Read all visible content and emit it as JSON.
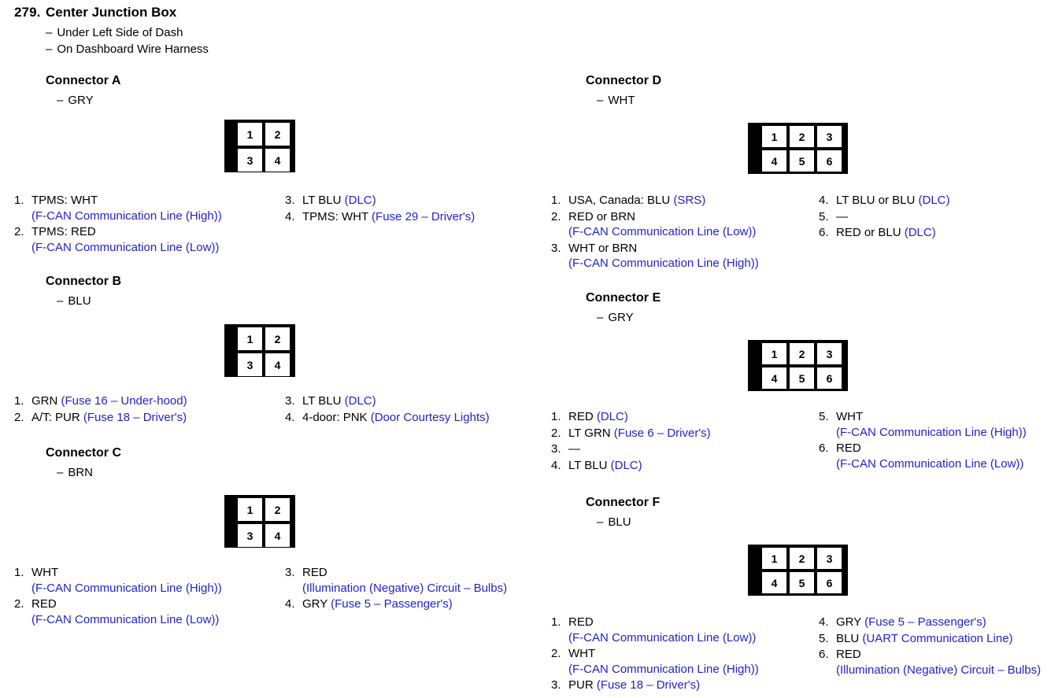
{
  "section": {
    "number": "279.",
    "title": "Center Junction Box",
    "bullets": [
      "Under Left Side of Dash",
      "On Dashboard Wire Harness"
    ],
    "dash": "–"
  },
  "colors": {
    "text": "#000000",
    "circuit": "#2222cc",
    "connector_body": "#000000",
    "pin_face": "#ffffff"
  },
  "connectors": [
    {
      "id": "a",
      "title": "Connector A",
      "color": "GRY",
      "pin_count": 4,
      "pin_labels": [
        "1",
        "2",
        "3",
        "4"
      ],
      "left_pins": [
        {
          "num": "1.",
          "name": "TPMS: WHT",
          "desc": "",
          "desc_line": "(F-CAN Communication Line (High))"
        },
        {
          "num": "2.",
          "name": "TPMS: RED",
          "desc": "",
          "desc_line": "(F-CAN Communication Line (Low))"
        }
      ],
      "right_pins": [
        {
          "num": "3.",
          "name": "LT BLU",
          "desc": "(DLC)",
          "desc_line": ""
        },
        {
          "num": "4.",
          "name": "TPMS: WHT",
          "desc": "(Fuse 29 – Driver's)",
          "desc_line": ""
        }
      ]
    },
    {
      "id": "b",
      "title": "Connector B",
      "color": "BLU",
      "pin_count": 4,
      "pin_labels": [
        "1",
        "2",
        "3",
        "4"
      ],
      "left_pins": [
        {
          "num": "1.",
          "name": "GRN",
          "desc": "(Fuse 16 – Under-hood)",
          "desc_line": ""
        },
        {
          "num": "2.",
          "name": "A/T: PUR",
          "desc": "(Fuse 18 – Driver's)",
          "desc_line": ""
        }
      ],
      "right_pins": [
        {
          "num": "3.",
          "name": "LT BLU",
          "desc": "(DLC)",
          "desc_line": ""
        },
        {
          "num": "4.",
          "name": "4-door: PNK",
          "desc": "(Door Courtesy Lights)",
          "desc_line": ""
        }
      ]
    },
    {
      "id": "c",
      "title": "Connector C",
      "color": "BRN",
      "pin_count": 4,
      "pin_labels": [
        "1",
        "2",
        "3",
        "4"
      ],
      "left_pins": [
        {
          "num": "1.",
          "name": "WHT",
          "desc": "",
          "desc_line": "(F-CAN Communication Line (High))"
        },
        {
          "num": "2.",
          "name": "RED",
          "desc": "",
          "desc_line": "(F-CAN Communication Line (Low))"
        }
      ],
      "right_pins": [
        {
          "num": "3.",
          "name": "RED",
          "desc": "",
          "desc_line": "(Illumination (Negative) Circuit – Bulbs)"
        },
        {
          "num": "4.",
          "name": "GRY",
          "desc": "(Fuse 5 – Passenger's)",
          "desc_line": ""
        }
      ]
    },
    {
      "id": "d",
      "title": "Connector D",
      "color": "WHT",
      "pin_count": 6,
      "pin_labels": [
        "1",
        "2",
        "3",
        "4",
        "5",
        "6"
      ],
      "left_pins": [
        {
          "num": "1.",
          "name": "USA, Canada: BLU",
          "desc": "(SRS)",
          "desc_line": ""
        },
        {
          "num": "2.",
          "name": "RED or BRN",
          "desc": "",
          "desc_line": "(F-CAN Communication Line (Low))"
        },
        {
          "num": "3.",
          "name": "WHT or BRN",
          "desc": "",
          "desc_line": "(F-CAN Communication Line (High))"
        }
      ],
      "right_pins": [
        {
          "num": "4.",
          "name": "LT BLU or BLU",
          "desc": "(DLC)",
          "desc_line": ""
        },
        {
          "num": "5.",
          "name": "—",
          "desc": "",
          "desc_line": ""
        },
        {
          "num": "6.",
          "name": "RED or BLU",
          "desc": "(DLC)",
          "desc_line": ""
        }
      ]
    },
    {
      "id": "e",
      "title": "Connector E",
      "color": "GRY",
      "pin_count": 6,
      "pin_labels": [
        "1",
        "2",
        "3",
        "4",
        "5",
        "6"
      ],
      "left_pins": [
        {
          "num": "1.",
          "name": "RED",
          "desc": "(DLC)",
          "desc_line": ""
        },
        {
          "num": "2.",
          "name": "LT GRN",
          "desc": "(Fuse 6 – Driver's)",
          "desc_line": ""
        },
        {
          "num": "3.",
          "name": "—",
          "desc": "",
          "desc_line": ""
        },
        {
          "num": "4.",
          "name": "LT BLU",
          "desc": "(DLC)",
          "desc_line": ""
        }
      ],
      "right_pins": [
        {
          "num": "5.",
          "name": "WHT",
          "desc": "",
          "desc_line": "(F-CAN Communication Line (High))"
        },
        {
          "num": "6.",
          "name": "RED",
          "desc": "",
          "desc_line": "(F-CAN Communication Line (Low))"
        }
      ]
    },
    {
      "id": "f",
      "title": "Connector F",
      "color": "BLU",
      "pin_count": 6,
      "pin_labels": [
        "1",
        "2",
        "3",
        "4",
        "5",
        "6"
      ],
      "left_pins": [
        {
          "num": "1.",
          "name": "RED",
          "desc": "",
          "desc_line": "(F-CAN Communication Line (Low))"
        },
        {
          "num": "2.",
          "name": "WHT",
          "desc": "",
          "desc_line": "(F-CAN Communication Line (High))"
        },
        {
          "num": "3.",
          "name": "PUR",
          "desc": "(Fuse 18 – Driver's)",
          "desc_line": ""
        }
      ],
      "right_pins": [
        {
          "num": "4.",
          "name": "GRY",
          "desc": "(Fuse 5 – Passenger's)",
          "desc_line": ""
        },
        {
          "num": "5.",
          "name": "BLU",
          "desc": "(UART Communication Line)",
          "desc_line": ""
        },
        {
          "num": "6.",
          "name": "RED",
          "desc": "",
          "desc_line": "(Illumination (Negative) Circuit – Bulbs)"
        }
      ]
    }
  ]
}
